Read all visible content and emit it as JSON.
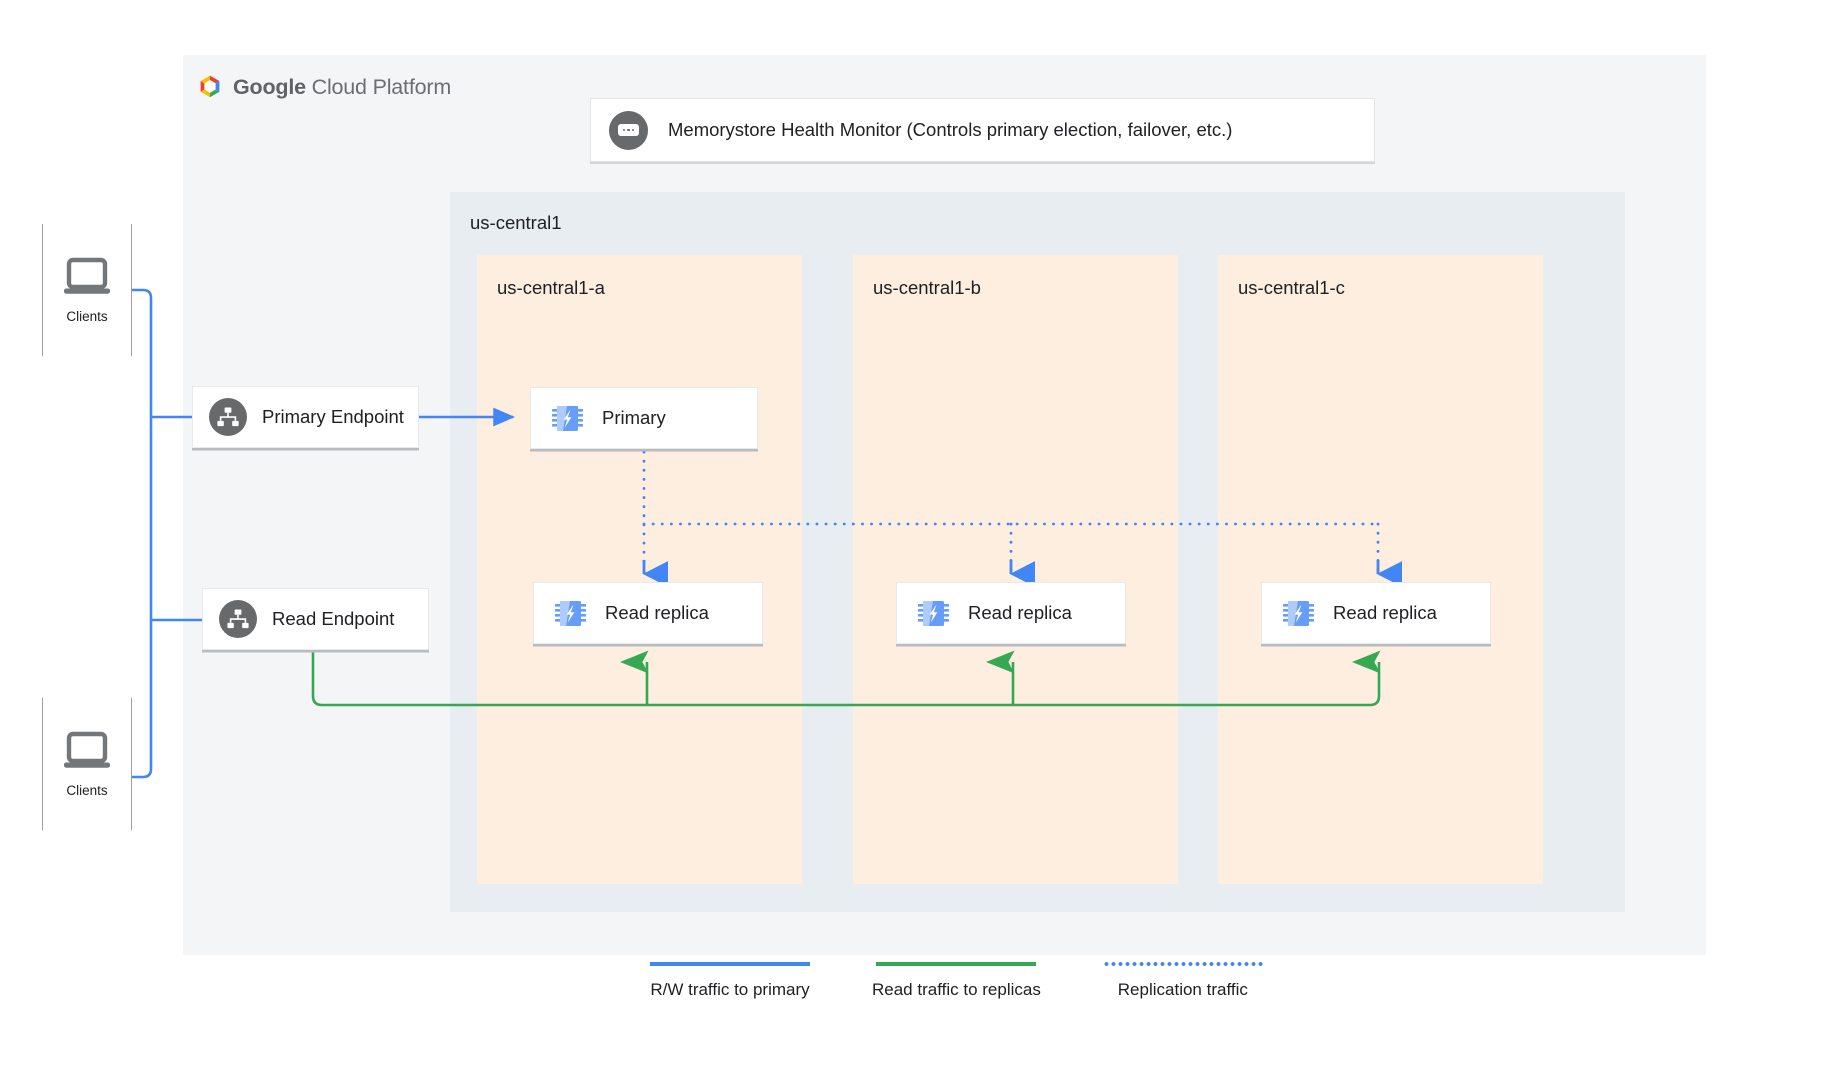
{
  "platform": {
    "logo_icon": "google-cloud-platform-logo-icon",
    "name_bold": "Google",
    "name_rest": " Cloud Platform"
  },
  "health_monitor": {
    "icon": "health-monitor-chip-icon",
    "label": "Memorystore Health Monitor (Controls primary election, failover, etc.)"
  },
  "region": {
    "label": "us-central1",
    "zones": [
      {
        "label": "us-central1-a",
        "instance": {
          "icon": "memorystore-chip-icon",
          "label": "Primary"
        }
      },
      {
        "label": "us-central1-b",
        "instance": {
          "icon": "memorystore-chip-icon",
          "label": "Read replica"
        }
      },
      {
        "label": "us-central1-c",
        "instance": {
          "icon": "memorystore-chip-icon",
          "label": "Read replica"
        }
      }
    ],
    "zone_a_replica": {
      "icon": "memorystore-chip-icon",
      "label": "Read replica"
    }
  },
  "endpoints": [
    {
      "icon": "network-hierarchy-icon",
      "label": "Primary Endpoint"
    },
    {
      "icon": "network-hierarchy-icon",
      "label": "Read Endpoint"
    }
  ],
  "clients": [
    {
      "icon": "laptop-icon",
      "label": "Clients"
    },
    {
      "icon": "laptop-icon",
      "label": "Clients"
    }
  ],
  "legend": [
    {
      "style": "solid-blue",
      "label": "R/W traffic to primary"
    },
    {
      "style": "solid-green",
      "label": "Read traffic to replicas"
    },
    {
      "style": "dotted-blue",
      "label": "Replication traffic"
    }
  ],
  "colors": {
    "traffic_rw": "#4285f4",
    "traffic_read": "#34a853",
    "traffic_replication": "#4285f4",
    "zone_bg": "#fdeee0",
    "region_bg": "#e8edf1",
    "panel_bg": "#f4f5f6",
    "icon_gray": "#67696b"
  }
}
